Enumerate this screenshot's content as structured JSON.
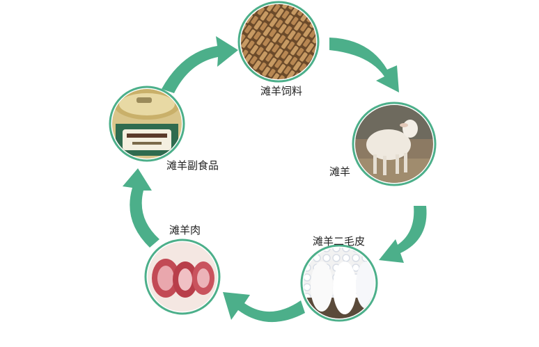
{
  "colors": {
    "ring": "#4caf8a",
    "arrow": "#4caf8a",
    "text": "#222222"
  },
  "nodes": [
    {
      "id": "feed",
      "label": "滩羊饲料",
      "image": "wood-pellet-feed-photo"
    },
    {
      "id": "sheep",
      "label": "滩羊",
      "image": "tan-sheep-photo"
    },
    {
      "id": "fur",
      "label": "滩羊二毛皮",
      "image": "white-curly-lambskin-photo"
    },
    {
      "id": "meat",
      "label": "滩羊肉",
      "image": "rolled-mutton-slices-photo"
    },
    {
      "id": "byproduct",
      "label": "滩羊副食品",
      "image": "canned-mutton-tin-photo"
    }
  ],
  "cycle_direction": "clockwise"
}
